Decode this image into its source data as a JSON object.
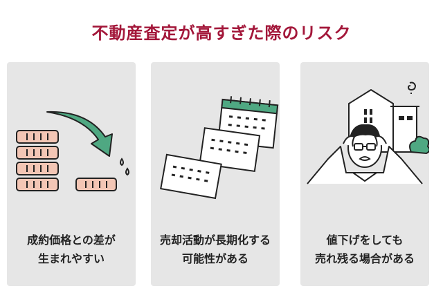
{
  "title": "不動産査定が高すぎた際のリスク",
  "cards": [
    {
      "caption_line1": "成約価格との差が",
      "caption_line2": "生まれやすい",
      "icon": "coins-arrow-icon"
    },
    {
      "caption_line1": "売却活動が長期化する",
      "caption_line2": "可能性がある",
      "icon": "calendar-stack-icon"
    },
    {
      "caption_line1": "値下げをしても",
      "caption_line2": "売れ残る場合がある",
      "icon": "worried-man-house-icon"
    }
  ],
  "colors": {
    "title": "#a3173a",
    "card_bg": "#e6e6e6",
    "accent_green": "#4fa882",
    "coin_fill": "#f3c6b5",
    "outline": "#222222"
  }
}
